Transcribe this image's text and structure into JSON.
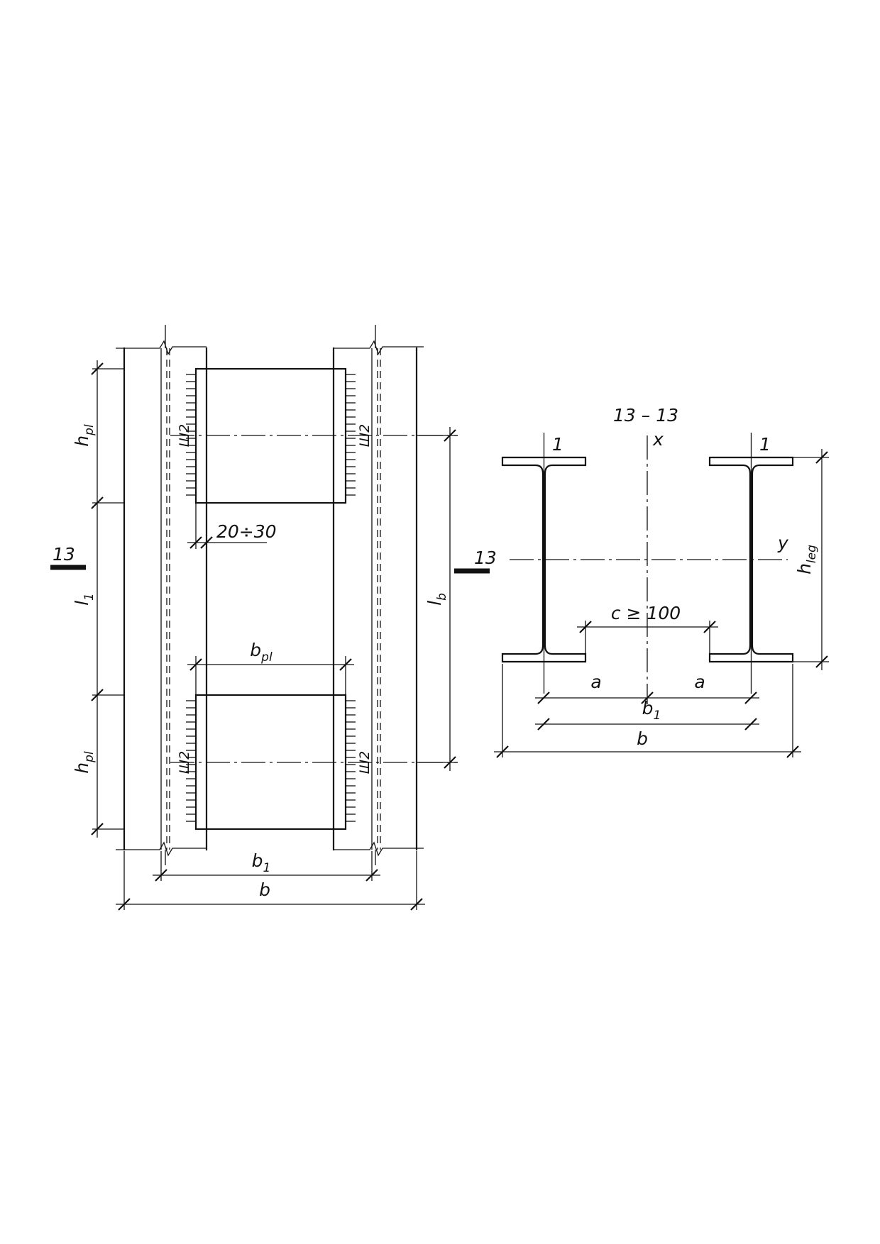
{
  "section_title": "13 – 13",
  "section_marker": "13",
  "labels": {
    "h_pl": "h",
    "h_pl_sub": "pl",
    "l_1": "l",
    "l_1_sub": "1",
    "l_b": "l",
    "l_b_sub": "b",
    "b_pl": "b",
    "b_pl_sub": "pl",
    "b_1": "b",
    "b_1_sub": "1",
    "b": "b",
    "gap": "20÷30",
    "weld": "Ш2",
    "h_leg": "h",
    "h_leg_sub": "leg",
    "a": "a",
    "c": "c ≥ 100",
    "axis_x": "x",
    "axis_y": "y",
    "pos_1": "1"
  }
}
